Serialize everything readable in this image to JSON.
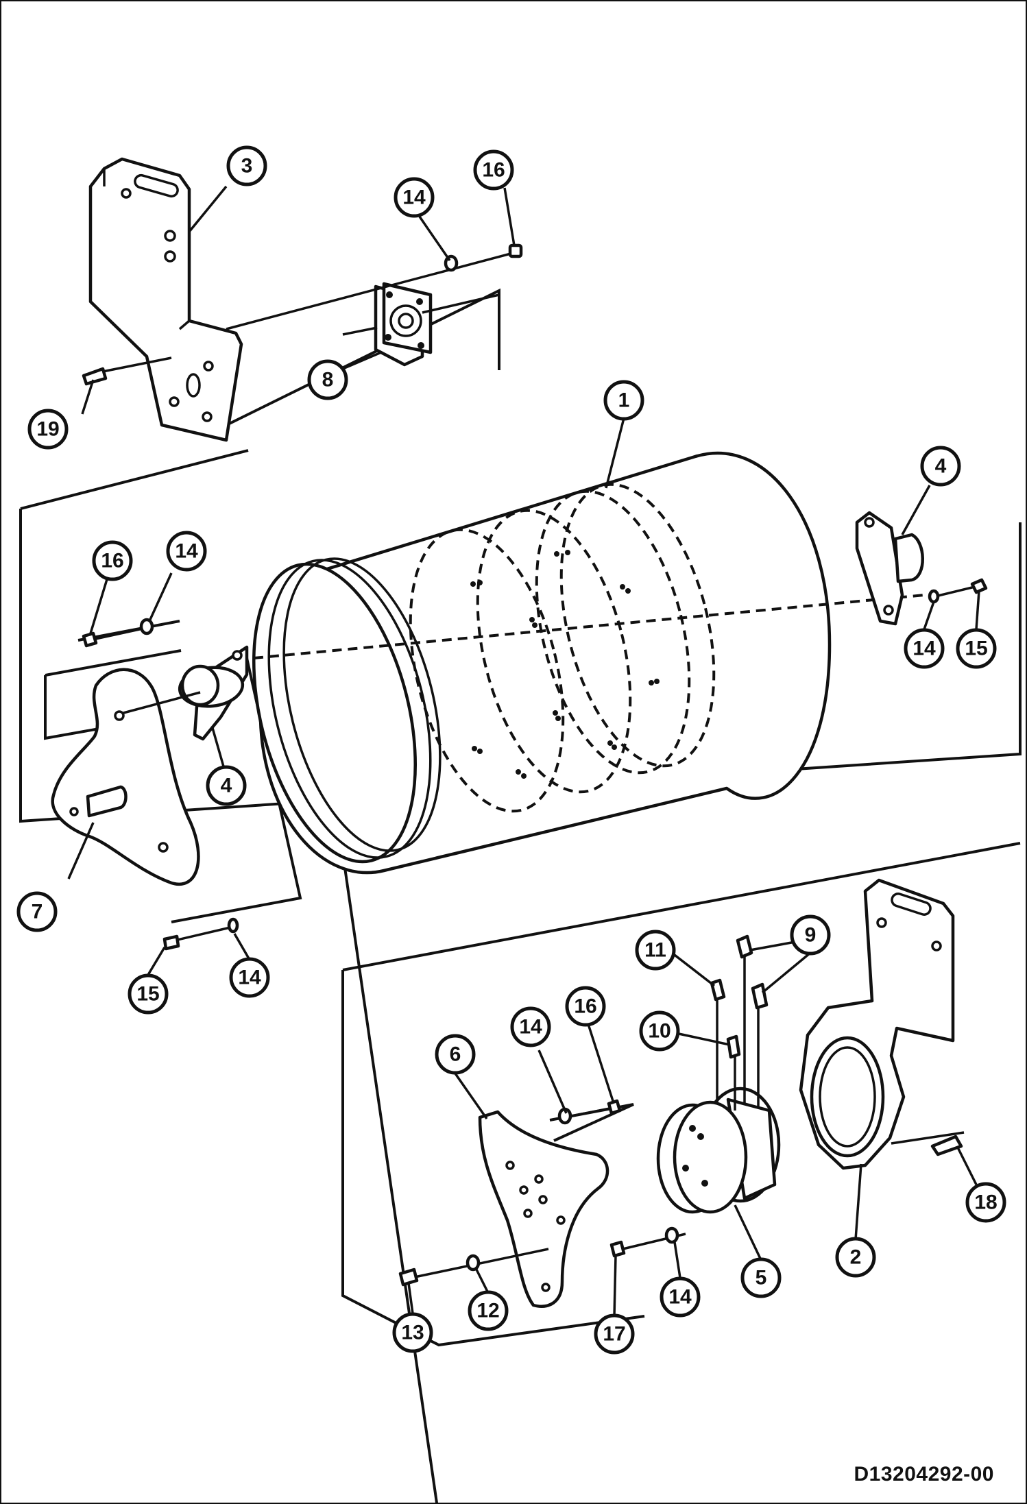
{
  "drawing": {
    "id": "D13204292-00",
    "callouts": [
      "1",
      "2",
      "3",
      "4",
      "4",
      "5",
      "6",
      "7",
      "8",
      "9",
      "10",
      "11",
      "12",
      "13",
      "14",
      "14",
      "14",
      "14",
      "14",
      "14",
      "15",
      "15",
      "16",
      "16",
      "16",
      "17",
      "18",
      "19"
    ]
  }
}
